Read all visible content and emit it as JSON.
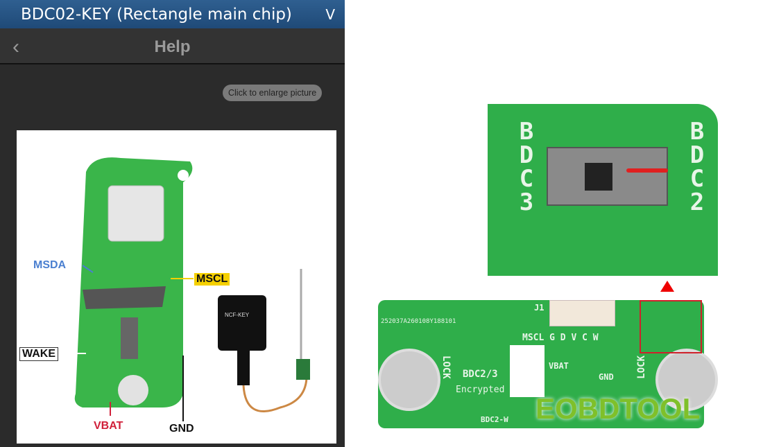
{
  "app": {
    "title": "BDC02-KEY (Rectangle main chip)",
    "title_chevron": "V",
    "nav_title": "Help",
    "back_icon": "chevron-left",
    "enlarge_button": "Click to enlarge picture"
  },
  "key_diagram": {
    "labels": {
      "msda": "MSDA",
      "mscl": "MSCL",
      "wake": "WAKE",
      "vbat": "VBAT",
      "gnd": "GND"
    },
    "adapter_label": "NCF-KEY",
    "colors": {
      "msda": "#4a7fd0",
      "mscl_bg": "#f5d000",
      "vbat": "#d0203a"
    }
  },
  "closeup": {
    "left_label": "BDC3",
    "right_label": "BDC2"
  },
  "board": {
    "serial": "252037A260108Y188101",
    "connector": "J1",
    "pins": "MSCL G D V C W",
    "vbat": "VBAT",
    "gnd": "GND",
    "lock_left": "LOCK",
    "lock_right": "LOCK",
    "brand": "BDC2/3",
    "subtitle": "Encrypted",
    "bottom": "BDC2-W",
    "highlight_color": "#d0202a"
  },
  "watermark": "EOBDTOOL"
}
